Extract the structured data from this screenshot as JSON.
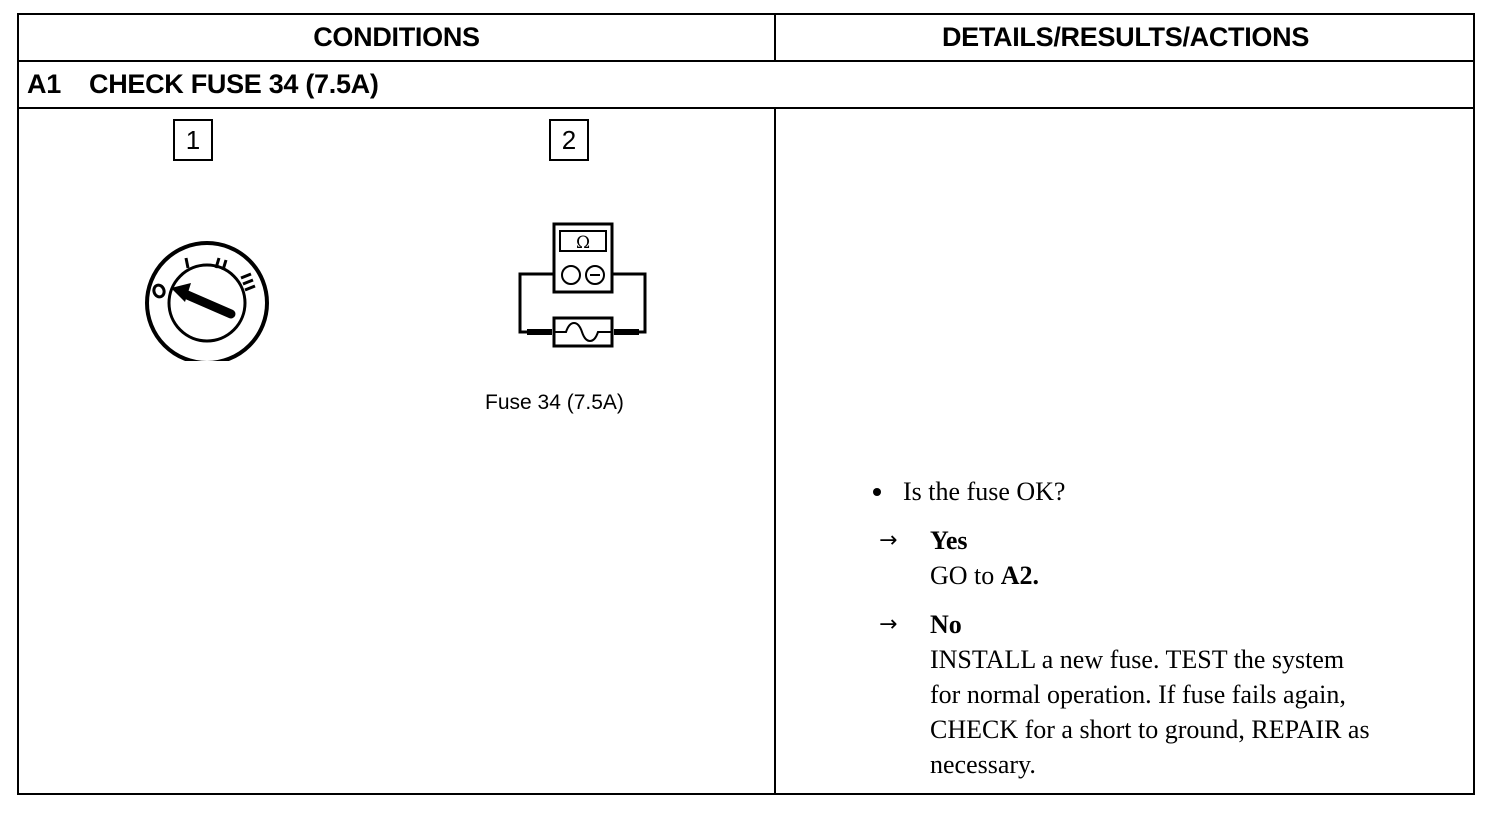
{
  "header": {
    "conditions": "CONDITIONS",
    "details": "DETAILS/RESULTS/ACTIONS"
  },
  "step": {
    "id": "A1",
    "title": "CHECK FUSE 34 (7.5A)"
  },
  "conditions": {
    "step1_number": "1",
    "step2_number": "2",
    "ignition_positions": [
      "0",
      "I",
      "II",
      "III"
    ],
    "meter_symbol": "Ω",
    "fuse_caption": "Fuse 34 (7.5A)"
  },
  "results": {
    "question": "Is the fuse OK?",
    "yes": {
      "label": "Yes",
      "action_prefix": "GO to ",
      "action_target": "A2."
    },
    "no": {
      "label": "No",
      "action_line1": "INSTALL a new fuse. TEST the system",
      "action_line2": "for normal operation. If fuse fails again,",
      "action_line3": "CHECK for a short to ground, REPAIR as",
      "action_line4": "necessary."
    }
  }
}
